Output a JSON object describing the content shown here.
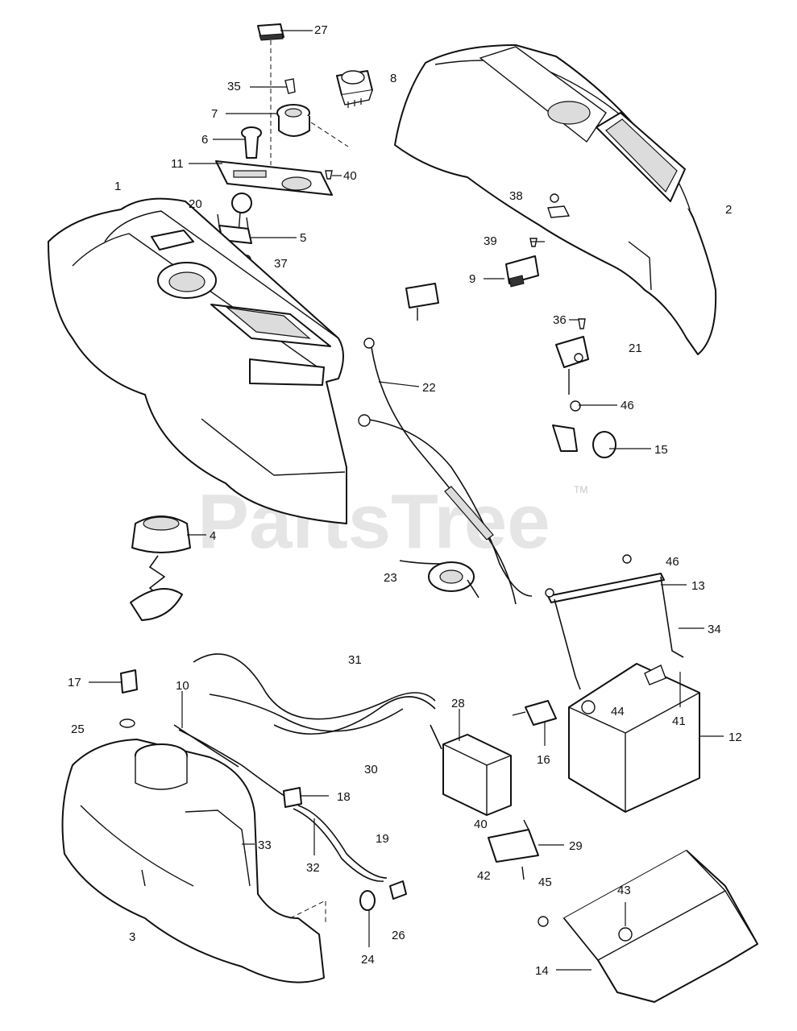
{
  "watermark": {
    "text": "PartsTree",
    "trademark": "TM"
  },
  "callouts": [
    {
      "id": "c27",
      "label": "27"
    },
    {
      "id": "c8",
      "label": "8"
    },
    {
      "id": "c35",
      "label": "35"
    },
    {
      "id": "c7",
      "label": "7"
    },
    {
      "id": "c6",
      "label": "6"
    },
    {
      "id": "c11",
      "label": "11"
    },
    {
      "id": "c40a",
      "label": "40"
    },
    {
      "id": "c1",
      "label": "1"
    },
    {
      "id": "c20",
      "label": "20"
    },
    {
      "id": "c5",
      "label": "5"
    },
    {
      "id": "c37",
      "label": "37"
    },
    {
      "id": "c38",
      "label": "38"
    },
    {
      "id": "c2",
      "label": "2"
    },
    {
      "id": "c39",
      "label": "39"
    },
    {
      "id": "c9",
      "label": "9"
    },
    {
      "id": "c36",
      "label": "36"
    },
    {
      "id": "c21",
      "label": "21"
    },
    {
      "id": "c22",
      "label": "22"
    },
    {
      "id": "c46a",
      "label": "46"
    },
    {
      "id": "c15",
      "label": "15"
    },
    {
      "id": "c4",
      "label": "4"
    },
    {
      "id": "c23",
      "label": "23"
    },
    {
      "id": "c46b",
      "label": "46"
    },
    {
      "id": "c13",
      "label": "13"
    },
    {
      "id": "c34",
      "label": "34"
    },
    {
      "id": "c31",
      "label": "31"
    },
    {
      "id": "c17",
      "label": "17"
    },
    {
      "id": "c10",
      "label": "10"
    },
    {
      "id": "c28",
      "label": "28"
    },
    {
      "id": "c25",
      "label": "25"
    },
    {
      "id": "c44",
      "label": "44"
    },
    {
      "id": "c41",
      "label": "41"
    },
    {
      "id": "c12",
      "label": "12"
    },
    {
      "id": "c30",
      "label": "30"
    },
    {
      "id": "c16",
      "label": "16"
    },
    {
      "id": "c18",
      "label": "18"
    },
    {
      "id": "c40b",
      "label": "40"
    },
    {
      "id": "c33",
      "label": "33"
    },
    {
      "id": "c19",
      "label": "19"
    },
    {
      "id": "c29",
      "label": "29"
    },
    {
      "id": "c32",
      "label": "32"
    },
    {
      "id": "c42",
      "label": "42"
    },
    {
      "id": "c45",
      "label": "45"
    },
    {
      "id": "c43",
      "label": "43"
    },
    {
      "id": "c3",
      "label": "3"
    },
    {
      "id": "c24",
      "label": "24"
    },
    {
      "id": "c26",
      "label": "26"
    },
    {
      "id": "c14",
      "label": "14"
    }
  ]
}
